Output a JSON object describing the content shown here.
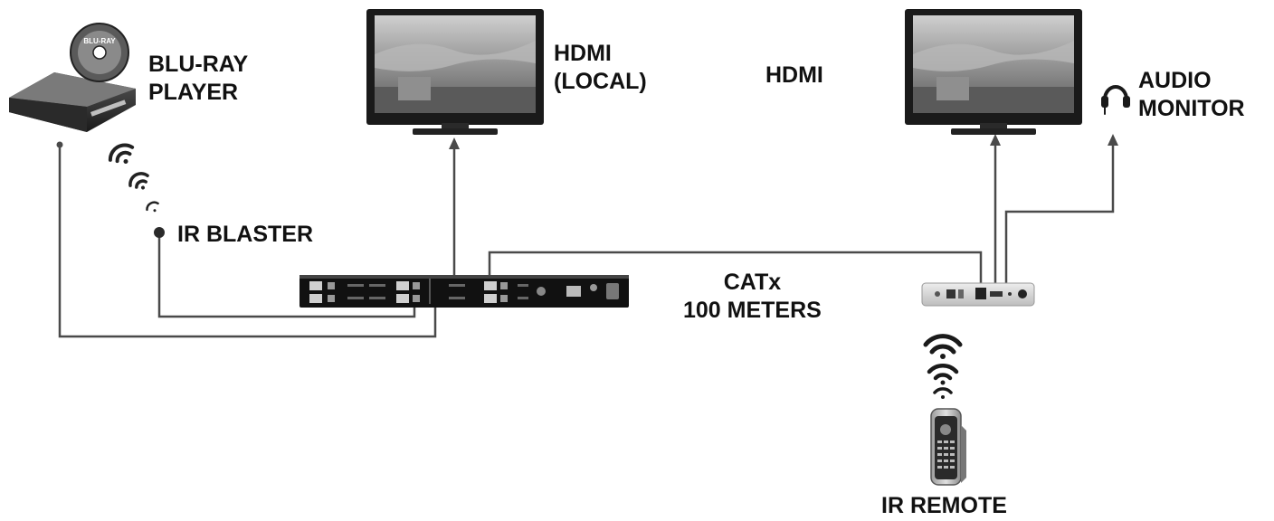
{
  "labels": {
    "bluray": "BLU-RAY\nPLAYER",
    "hdmi_local": "HDMI\n(LOCAL)",
    "hdmi": "HDMI",
    "audio_monitor": "AUDIO\nMONITOR",
    "ir_blaster": "IR BLASTER",
    "catx": "CATx\n100 METERS",
    "ir_remote": "IR REMOTE"
  },
  "device_text": {
    "disc": "BLU-RAY"
  },
  "colors": {
    "line": "#4a4a4a",
    "device_dark": "#1c1c1c",
    "screen": "#8c8c8c"
  }
}
